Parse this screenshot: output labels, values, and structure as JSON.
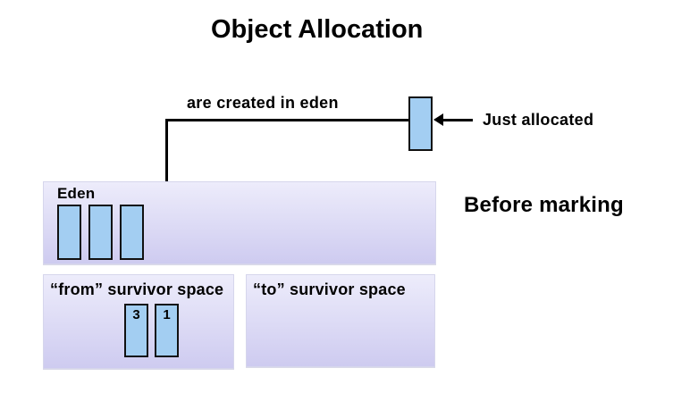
{
  "title": "Object Allocation",
  "annotations": {
    "created_in_eden": "are created in eden",
    "just_allocated": "Just allocated"
  },
  "state_label": "Before marking",
  "regions": {
    "eden": {
      "label": "Eden",
      "object_count": 3
    },
    "from_survivor": {
      "label": "“from” survivor space",
      "objects": [
        {
          "label": "3"
        },
        {
          "label": "1"
        }
      ]
    },
    "to_survivor": {
      "label": "“to” survivor space",
      "objects": []
    }
  },
  "colors": {
    "object_fill": "#a3cef2",
    "object_border": "#111111",
    "region_gradient_top": "#edecfb",
    "region_gradient_bottom": "#cecbf0",
    "arrow": "#000000",
    "text": "#000000",
    "background": "#ffffff"
  }
}
